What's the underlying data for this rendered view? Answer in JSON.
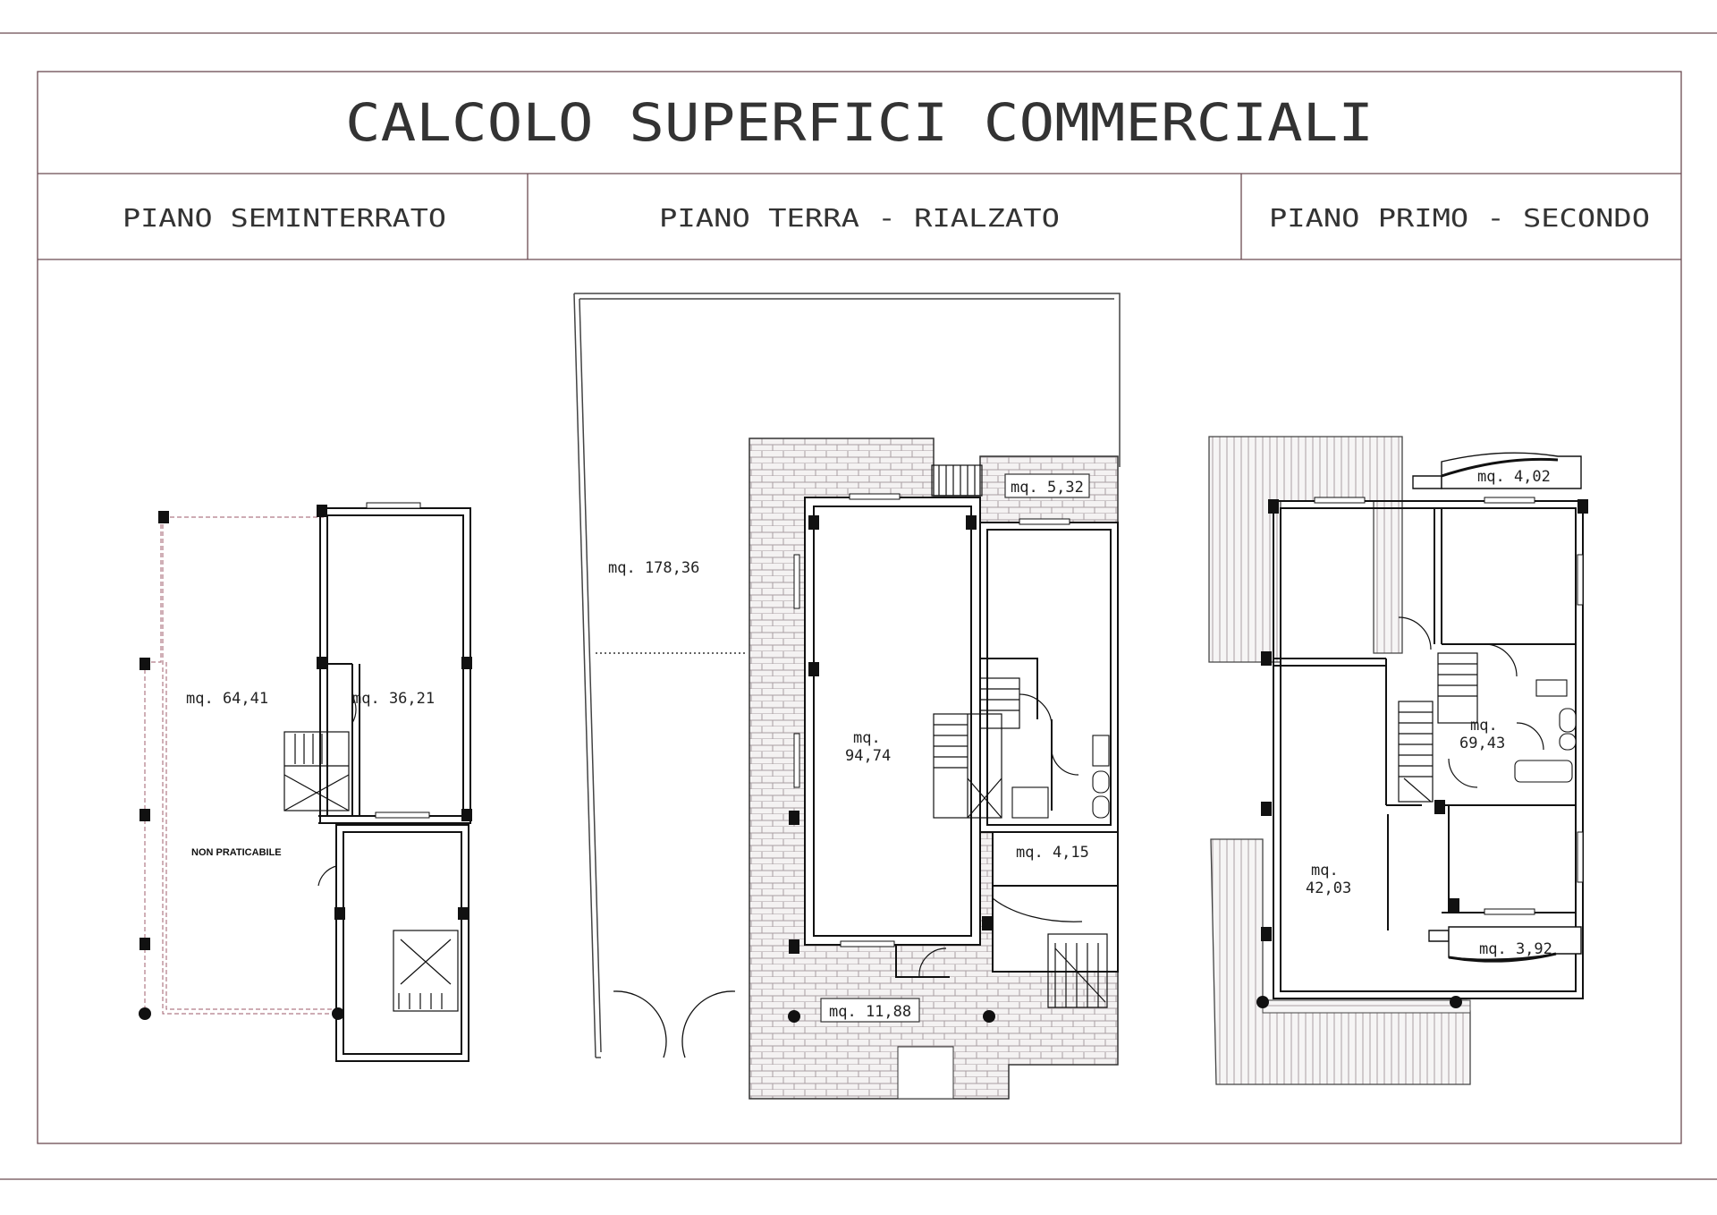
{
  "title": "CALCOLO SUPERFICI COMMERCIALI",
  "headers": [
    "PIANO SEMINTERRATO",
    "PIANO TERRA - RIALZATO",
    "PIANO PRIMO - SECONDO"
  ],
  "floors": {
    "seminterrato": {
      "areas": [
        "mq. 64,41",
        "mq. 36,21"
      ],
      "note": "NON PRATICABILE"
    },
    "terra": {
      "garden": "mq. 178,36",
      "main_unit": "mq.",
      "main_value": "94,74",
      "small_terrace": "mq. 5,32",
      "balcony": "mq. 4,15",
      "porch": "mq. 11,88"
    },
    "primo": {
      "top_balcony": "mq. 4,02",
      "right_unit": "mq.",
      "right_value": "69,43",
      "left_unit": "mq.",
      "left_value": "42,03",
      "bottom_balcony": "mq. 3,92"
    }
  },
  "colors": {
    "line": "#6b4a52",
    "wall": "#111111",
    "hatch": "#9a8a8f"
  }
}
